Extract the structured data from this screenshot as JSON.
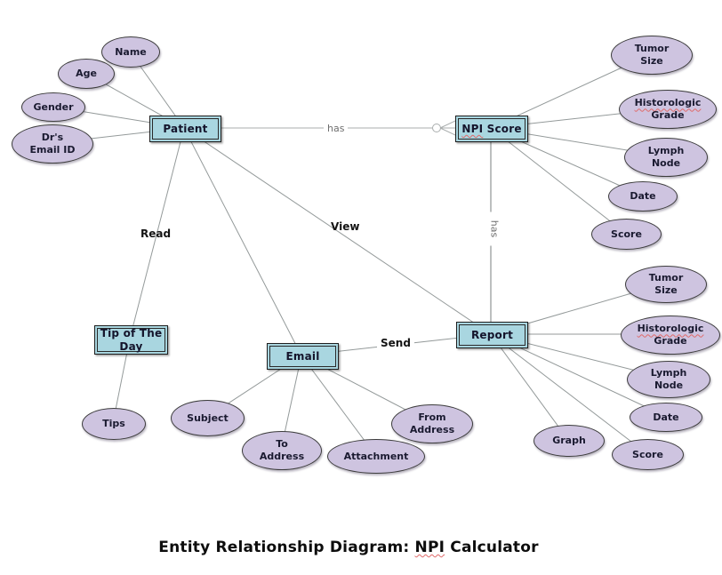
{
  "title": {
    "prefix": "Entity Relationship Diagram: ",
    "misspelled_word": "NPI",
    "suffix": " Calculator"
  },
  "entities": {
    "patient": {
      "label": "Patient"
    },
    "npi_score": {
      "word1": "NPI",
      "word2": " Score"
    },
    "tip_of_the_day": {
      "label": "Tip of The\nDay"
    },
    "email": {
      "label": "Email"
    },
    "report": {
      "label": "Report"
    }
  },
  "attributes": {
    "patient": {
      "name": "Name",
      "age": "Age",
      "gender": "Gender",
      "drs_email_id": "Dr's\nEmail ID"
    },
    "npi_score": {
      "tumor_size": "Tumor\nSize",
      "historologic_line1": "Historologic",
      "historologic_line2": "Grade",
      "lymph_node": "Lymph\nNode",
      "date": "Date",
      "score": "Score"
    },
    "tip_of_the_day": {
      "tips": "Tips"
    },
    "email": {
      "subject": "Subject",
      "to_address": "To\nAddress",
      "attachment": "Attachment",
      "from_address": "From\nAddress"
    },
    "report": {
      "tumor_size": "Tumor\nSize",
      "historologic_line1": "Historologic",
      "historologic_line2": "Grade",
      "lymph_node": "Lymph\nNode",
      "date": "Date",
      "score": "Score",
      "graph": "Graph"
    }
  },
  "relationships": {
    "patient_has_npi_score": {
      "label": "has",
      "cardinality": "zero-or-many"
    },
    "patient_read_tip": {
      "label": "Read"
    },
    "patient_view_report": {
      "label": "View"
    },
    "npi_score_has_report": {
      "label": "has"
    },
    "email_send_report": {
      "label": "Send"
    }
  },
  "colors": {
    "entity_fill": "#a9d6e0",
    "attribute_fill": "#cec4e0",
    "connector": "#949a9a",
    "relationship_connector": "#b9bdbd",
    "spellcheck_underline": "#e06a6a",
    "text": "#14142b"
  }
}
